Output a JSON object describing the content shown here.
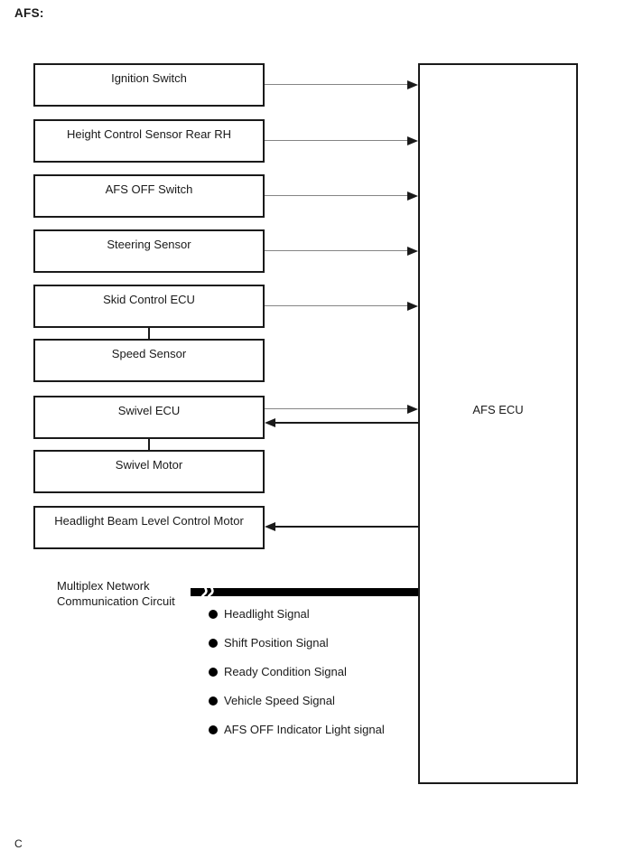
{
  "page": {
    "title": "AFS:",
    "footer": "C"
  },
  "diagram": {
    "ecu": {
      "label": "AFS ECU"
    },
    "input_boxes": [
      {
        "label": "Ignition Switch"
      },
      {
        "label": "Height Control Sensor Rear RH"
      },
      {
        "label": "AFS OFF Switch"
      },
      {
        "label": "Steering Sensor"
      },
      {
        "label": "Skid Control ECU"
      },
      {
        "label": "Speed Sensor"
      },
      {
        "label": "Swivel ECU"
      },
      {
        "label": "Swivel Motor"
      },
      {
        "label": "Headlight Beam Level Control Motor"
      }
    ],
    "connections": [
      {
        "from": "Ignition Switch",
        "to": "AFS ECU",
        "direction": "in"
      },
      {
        "from": "Height Control Sensor Rear RH",
        "to": "AFS ECU",
        "direction": "in"
      },
      {
        "from": "AFS OFF Switch",
        "to": "AFS ECU",
        "direction": "in"
      },
      {
        "from": "Steering Sensor",
        "to": "AFS ECU",
        "direction": "in"
      },
      {
        "from": "Skid Control ECU",
        "to": "AFS ECU",
        "direction": "in"
      },
      {
        "from": "Skid Control ECU",
        "to": "Speed Sensor",
        "direction": "link"
      },
      {
        "from": "Swivel ECU",
        "to": "AFS ECU",
        "direction": "bidirectional"
      },
      {
        "from": "Swivel ECU",
        "to": "Swivel Motor",
        "direction": "link"
      },
      {
        "from": "AFS ECU",
        "to": "Headlight Beam Level Control Motor",
        "direction": "out"
      },
      {
        "from": "Multiplex Network Communication Circuit",
        "to": "AFS ECU",
        "direction": "bus"
      }
    ],
    "bus": {
      "label": "Multiplex Network Communication Circuit",
      "signals": [
        "Headlight Signal",
        "Shift Position Signal",
        "Ready Condition Signal",
        "Vehicle Speed Signal",
        "AFS OFF Indicator Light signal"
      ]
    },
    "colors": {
      "line": "#1a1a1a",
      "thin_line": "#858585",
      "bus_bar": "#000000",
      "background": "#ffffff"
    }
  }
}
